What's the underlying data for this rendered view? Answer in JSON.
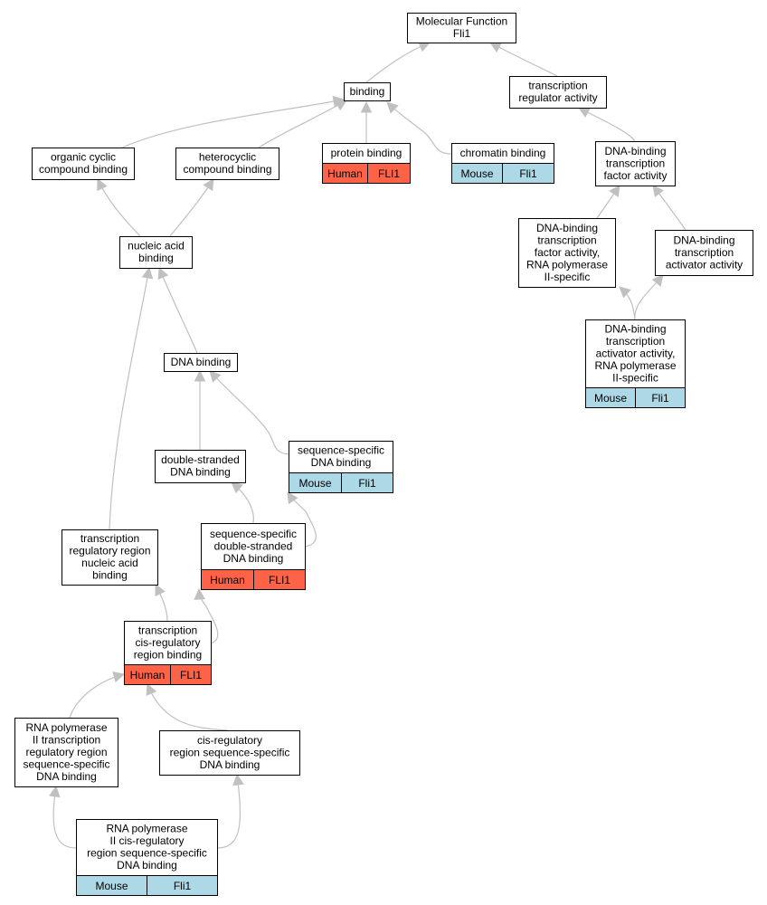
{
  "colors": {
    "human": "#ff6347",
    "mouse": "#add8e6",
    "edge": "#c0c0c0"
  },
  "nodes": {
    "mf": {
      "lines": [
        "Molecular Function",
        "Fli1"
      ]
    },
    "binding": {
      "lines": [
        "binding"
      ]
    },
    "tra": {
      "lines": [
        "transcription",
        "regulator activity"
      ]
    },
    "occb": {
      "lines": [
        "organic cyclic",
        "compound binding"
      ]
    },
    "hcb": {
      "lines": [
        "heterocyclic",
        "compound binding"
      ]
    },
    "pb": {
      "lines": [
        "protein binding"
      ],
      "tags": [
        "Human",
        "FLI1"
      ],
      "tag_color": "human"
    },
    "cb": {
      "lines": [
        "chromatin binding"
      ],
      "tags": [
        "Mouse",
        "Fli1"
      ],
      "tag_color": "mouse"
    },
    "dbtfa": {
      "lines": [
        "DNA-binding",
        "transcription",
        "factor activity"
      ]
    },
    "nab": {
      "lines": [
        "nucleic acid",
        "binding"
      ]
    },
    "dbtfarnap": {
      "lines": [
        "DNA-binding",
        "transcription",
        "factor activity,",
        "RNA polymerase",
        "II-specific"
      ]
    },
    "dbtaa": {
      "lines": [
        "DNA-binding",
        "transcription",
        "activator activity"
      ]
    },
    "dbtaarnap": {
      "lines": [
        "DNA-binding",
        "transcription",
        "activator activity,",
        "RNA polymerase",
        "II-specific"
      ],
      "tags": [
        "Mouse",
        "Fli1"
      ],
      "tag_color": "mouse"
    },
    "db": {
      "lines": [
        "DNA binding"
      ]
    },
    "ssdb": {
      "lines": [
        "sequence-specific",
        "DNA binding"
      ],
      "tags": [
        "Mouse",
        "Fli1"
      ],
      "tag_color": "mouse"
    },
    "dsdb": {
      "lines": [
        "double-stranded",
        "DNA binding"
      ]
    },
    "ssdsdb": {
      "lines": [
        "sequence-specific",
        "double-stranded",
        "DNA binding"
      ],
      "tags": [
        "Human",
        "FLI1"
      ],
      "tag_color": "human"
    },
    "trrnab": {
      "lines": [
        "transcription",
        "regulatory region",
        "nucleic acid",
        "binding"
      ]
    },
    "tcrrb": {
      "lines": [
        "transcription",
        "cis-regulatory",
        "region binding"
      ],
      "tags": [
        "Human",
        "FLI1"
      ],
      "tag_color": "human"
    },
    "rnap2trr": {
      "lines": [
        "RNA polymerase",
        "II transcription",
        "regulatory region",
        "sequence-specific",
        "DNA binding"
      ]
    },
    "crrssdb": {
      "lines": [
        "cis-regulatory",
        "region sequence-specific",
        "DNA binding"
      ]
    },
    "rnap2crr": {
      "lines": [
        "RNA polymerase",
        "II cis-regulatory",
        "region sequence-specific",
        "DNA binding"
      ],
      "tags": [
        "Mouse",
        "Fli1"
      ],
      "tag_color": "mouse"
    }
  },
  "edges": [
    [
      "binding",
      "mf"
    ],
    [
      "tra",
      "mf"
    ],
    [
      "occb",
      "binding"
    ],
    [
      "hcb",
      "binding"
    ],
    [
      "pb",
      "binding"
    ],
    [
      "cb",
      "binding"
    ],
    [
      "dbtfa",
      "tra"
    ],
    [
      "nab",
      "occb"
    ],
    [
      "nab",
      "hcb"
    ],
    [
      "dbtfarnap",
      "dbtfa"
    ],
    [
      "dbtaa",
      "dbtfa"
    ],
    [
      "dbtaarnap",
      "dbtfarnap"
    ],
    [
      "dbtaarnap",
      "dbtaa"
    ],
    [
      "db",
      "nab"
    ],
    [
      "trrnab",
      "nab"
    ],
    [
      "dsdb",
      "db"
    ],
    [
      "ssdb",
      "db"
    ],
    [
      "ssdsdb",
      "dsdb"
    ],
    [
      "ssdsdb",
      "ssdb"
    ],
    [
      "tcrrb",
      "trrnab"
    ],
    [
      "tcrrb",
      "ssdsdb"
    ],
    [
      "rnap2trr",
      "tcrrb"
    ],
    [
      "crrssdb",
      "tcrrb"
    ],
    [
      "rnap2crr",
      "rnap2trr"
    ],
    [
      "rnap2crr",
      "crrssdb"
    ]
  ]
}
